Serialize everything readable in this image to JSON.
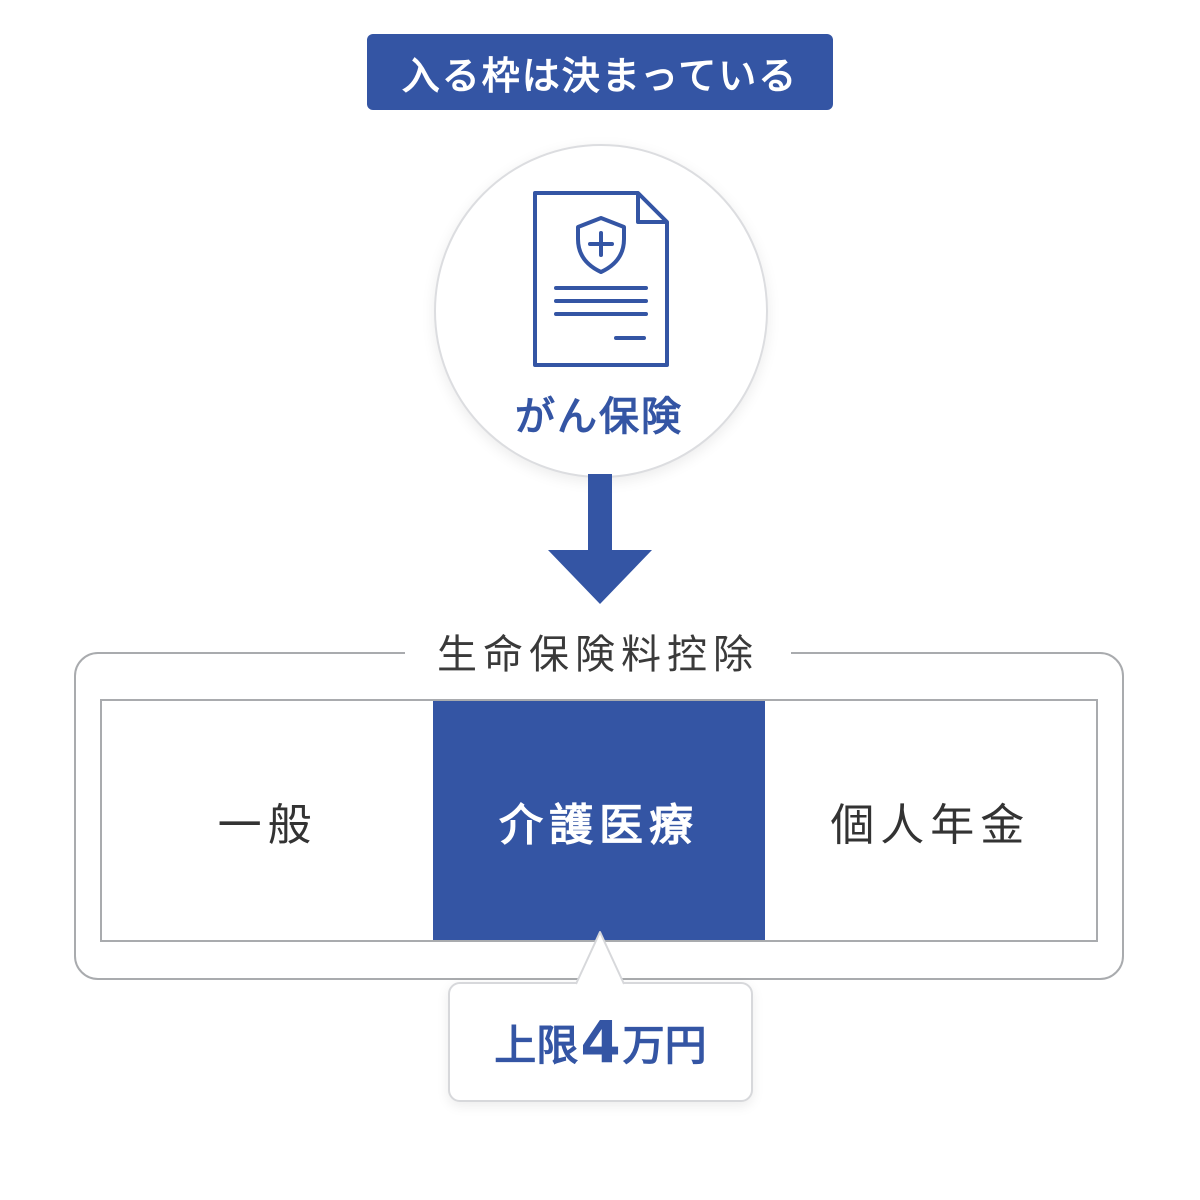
{
  "banner": {
    "text": "入る枠は決まっている"
  },
  "insurance": {
    "label": "がん保険",
    "icon": "insurance-document-icon"
  },
  "deduction": {
    "title": "生命保険料控除",
    "categories": [
      "一般",
      "介護医療",
      "個人年金"
    ],
    "highlighted": "介護医療"
  },
  "limit": {
    "prefix": "上限",
    "amount": "4",
    "unit": "万円"
  },
  "colors": {
    "accent": "#3455a4",
    "border": "#a9abae",
    "text": "#333333",
    "background": "#ffffff"
  }
}
